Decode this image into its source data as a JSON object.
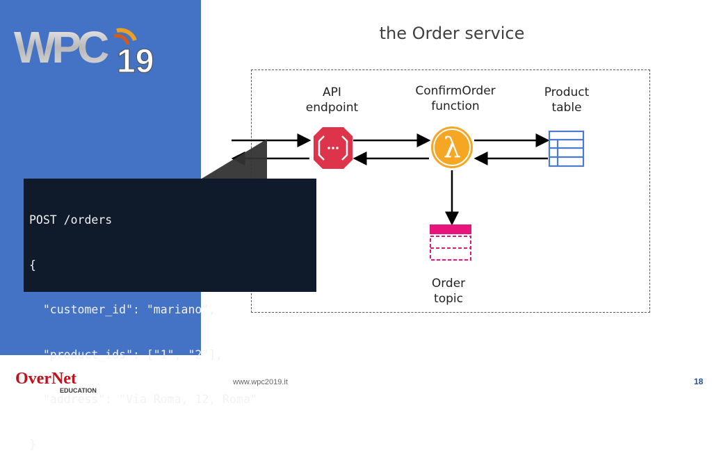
{
  "slide": {
    "title": "the Order service",
    "footer_url": "www.wpc2019.it",
    "page_number": "18"
  },
  "logo": {
    "event": "WPC19",
    "sponsor": "OverNet",
    "sponsor_sub": "EDUCATION"
  },
  "diagram": {
    "nodes": [
      {
        "id": "api",
        "label_line1": "API",
        "label_line2": "endpoint",
        "icon": "api-gateway-icon",
        "color": "#dd344c"
      },
      {
        "id": "fn",
        "label_line1": "ConfirmOrder",
        "label_line2": "function",
        "icon": "lambda-icon",
        "color": "#f5a623"
      },
      {
        "id": "table",
        "label_line1": "Product",
        "label_line2": "table",
        "icon": "dynamodb-table-icon",
        "color": "#4a7bd0"
      },
      {
        "id": "topic",
        "label_line1": "Order",
        "label_line2": "topic",
        "icon": "sns-topic-icon",
        "color": "#e7157b"
      }
    ]
  },
  "code": {
    "lines": [
      "POST /orders",
      "{",
      "  \"customer_id\": \"mariano\",",
      "  \"product_ids\": [\"1\", \"2\"],",
      "  \"address\": \"Via Roma, 12, Roma\"",
      "}"
    ]
  }
}
